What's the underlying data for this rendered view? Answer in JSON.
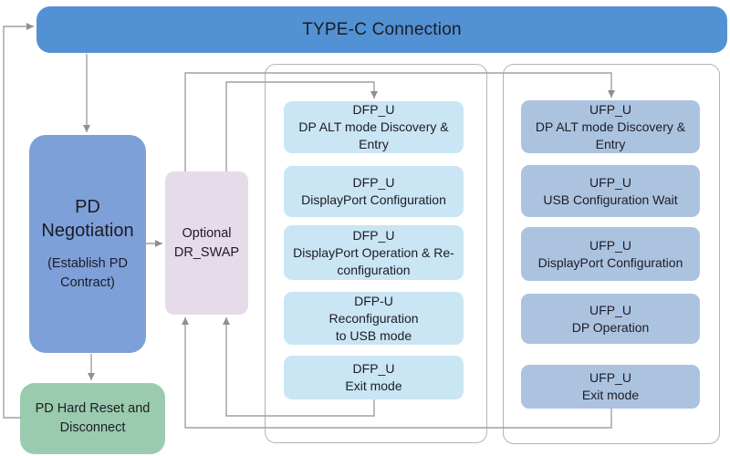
{
  "nodes": {
    "typec": {
      "label": "TYPE-C Connection"
    },
    "pd_negotiation": {
      "title": "PD\nNegotiation",
      "subtitle": "(Establish PD\nContract)"
    },
    "dr_swap": {
      "label": "Optional\nDR_SWAP"
    },
    "pd_hard_reset": {
      "label": "PD Hard Reset and\nDisconnect"
    }
  },
  "dfp_column": {
    "states": [
      {
        "text": "DFP_U\nDP ALT mode Discovery &\nEntry"
      },
      {
        "text": "DFP_U\nDisplayPort Configuration"
      },
      {
        "text": "DFP_U\nDisplayPort Operation & Re-\nconfiguration"
      },
      {
        "text": "DFP-U\nReconfiguration\nto USB mode"
      },
      {
        "text": "DFP_U\nExit mode"
      }
    ]
  },
  "ufp_column": {
    "states": [
      {
        "text": "UFP_U\nDP ALT mode Discovery &\nEntry"
      },
      {
        "text": "UFP_U\nUSB Configuration Wait"
      },
      {
        "text": "UFP_U\nDisplayPort Configuration"
      },
      {
        "text": "UFP_U\nDP Operation"
      },
      {
        "text": "UFP_U\nExit mode"
      }
    ]
  },
  "colors": {
    "typec_fill": "#5291d3",
    "pd_negotiation_fill": "#7da0d9",
    "dr_swap_fill": "#e5dbe9",
    "pd_hard_reset_fill": "#9acbae",
    "dfp_state_fill": "#cae5f3",
    "ufp_state_fill": "#acc3e0",
    "group_border": "#b4b4b4",
    "connector_line": "#a0a0a0",
    "arrowhead": "#8f8f8f",
    "text": "#1c1c24"
  }
}
